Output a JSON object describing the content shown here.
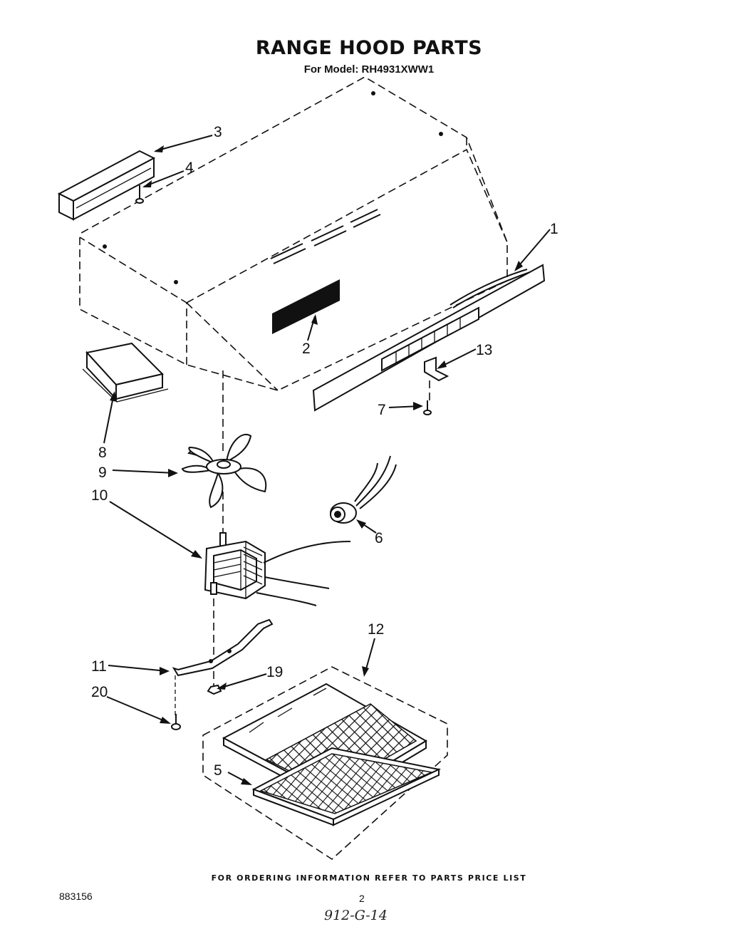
{
  "header": {
    "title": "RANGE HOOD PARTS",
    "model_line": "For Model: RH4931XWW1"
  },
  "callouts": {
    "c1": "1",
    "c2": "2",
    "c3": "3",
    "c4": "4",
    "c5": "5",
    "c6": "6",
    "c7": "7",
    "c8": "8",
    "c9": "9",
    "c10": "10",
    "c11": "11",
    "c12": "12",
    "c13": "13",
    "c19": "19",
    "c20": "20"
  },
  "footer": {
    "ordering_note": "FOR ORDERING INFORMATION REFER TO PARTS PRICE LIST",
    "document_number": "883156",
    "page_number": "2",
    "handwritten_note": "912-G-14"
  }
}
